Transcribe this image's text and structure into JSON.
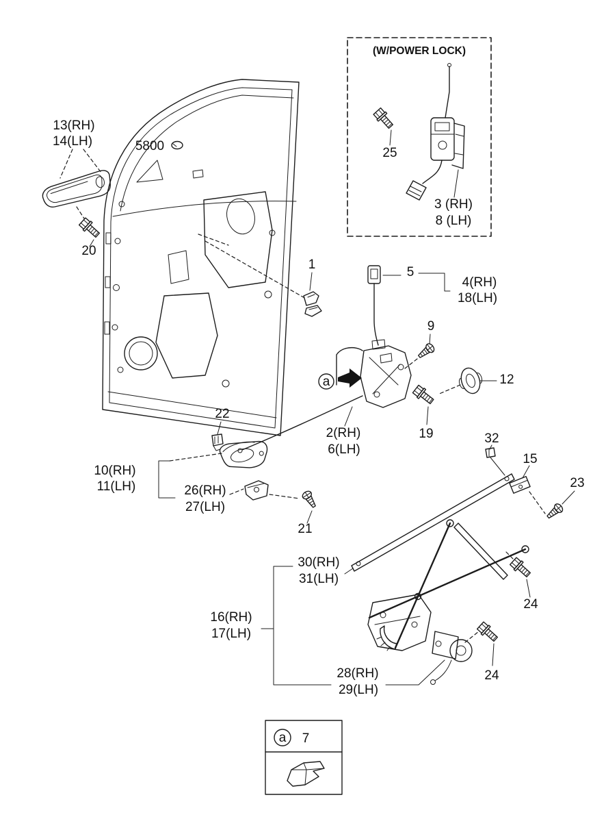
{
  "inset": {
    "title": "(W/POWER LOCK)",
    "bolt_25": "25",
    "actuator_3_rh": "3 (RH)",
    "actuator_8_lh": "8 (LH)"
  },
  "labels": {
    "outside_handle_13_rh": "13(RH)",
    "outside_handle_14_lh": "14(LH)",
    "grommet_5800": "5800",
    "bolt_20": "20",
    "clip_1": "1",
    "cover_5": "5",
    "rod_4_rh": "4(RH)",
    "rod_18_lh": "18(LH)",
    "screw_9": "9",
    "grommet_12": "12",
    "bolt_19": "19",
    "latch_2_rh": "2(RH)",
    "latch_6_lh": "6(LH)",
    "clip_22": "22",
    "inside_handle_10_rh": "10(RH)",
    "inside_handle_11_lh": "11(LH)",
    "bracket_26_rh": "26(RH)",
    "bracket_27_lh": "27(LH)",
    "screw_21": "21",
    "clip_32": "32",
    "guide_15": "15",
    "screw_23": "23",
    "screw_24_upper": "24",
    "screw_24_lower": "24",
    "rail_30_rh": "30(RH)",
    "rail_31_lh": "31(LH)",
    "regulator_16_rh": "16(RH)",
    "regulator_17_lh": "17(LH)",
    "motor_28_rh": "28(RH)",
    "motor_29_lh": "29(LH)"
  },
  "view_ref": {
    "marker": "a"
  },
  "legend": {
    "marker": "a",
    "part_7": "7"
  }
}
